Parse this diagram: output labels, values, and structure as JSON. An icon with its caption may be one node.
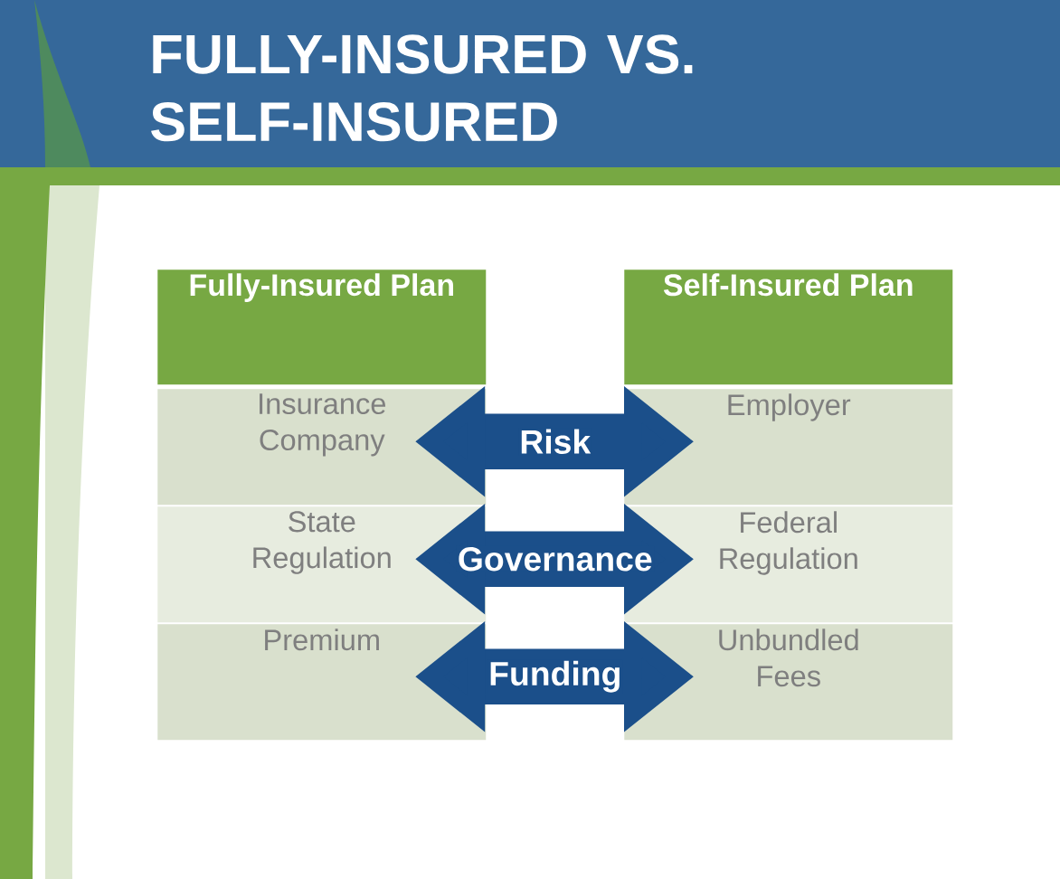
{
  "diagram": {
    "title": "FULLY-INSURED VS. SELF-INSURED",
    "nodes": [
      {
        "text": [
          "Fully-Insured Plan"
        ]
      },
      {
        "text": [
          "Self-Insured Plan"
        ]
      },
      {
        "text": [
          "Insurance Company"
        ]
      },
      {
        "text": [
          "Employer"
        ]
      },
      {
        "text": [
          "State Regulation"
        ]
      },
      {
        "text": [
          "Federal Regulation"
        ]
      },
      {
        "text": [
          "Premium"
        ]
      },
      {
        "text": [
          "Unbundled Fees"
        ]
      }
    ],
    "edges": [
      {
        "from": 2,
        "to": 3,
        "arrow": "both",
        "label": "Risk"
      },
      {
        "from": 4,
        "to": 5,
        "arrow": "both",
        "label": "Governance"
      },
      {
        "from": 6,
        "to": 7,
        "arrow": "both",
        "label": "Funding"
      }
    ]
  }
}
